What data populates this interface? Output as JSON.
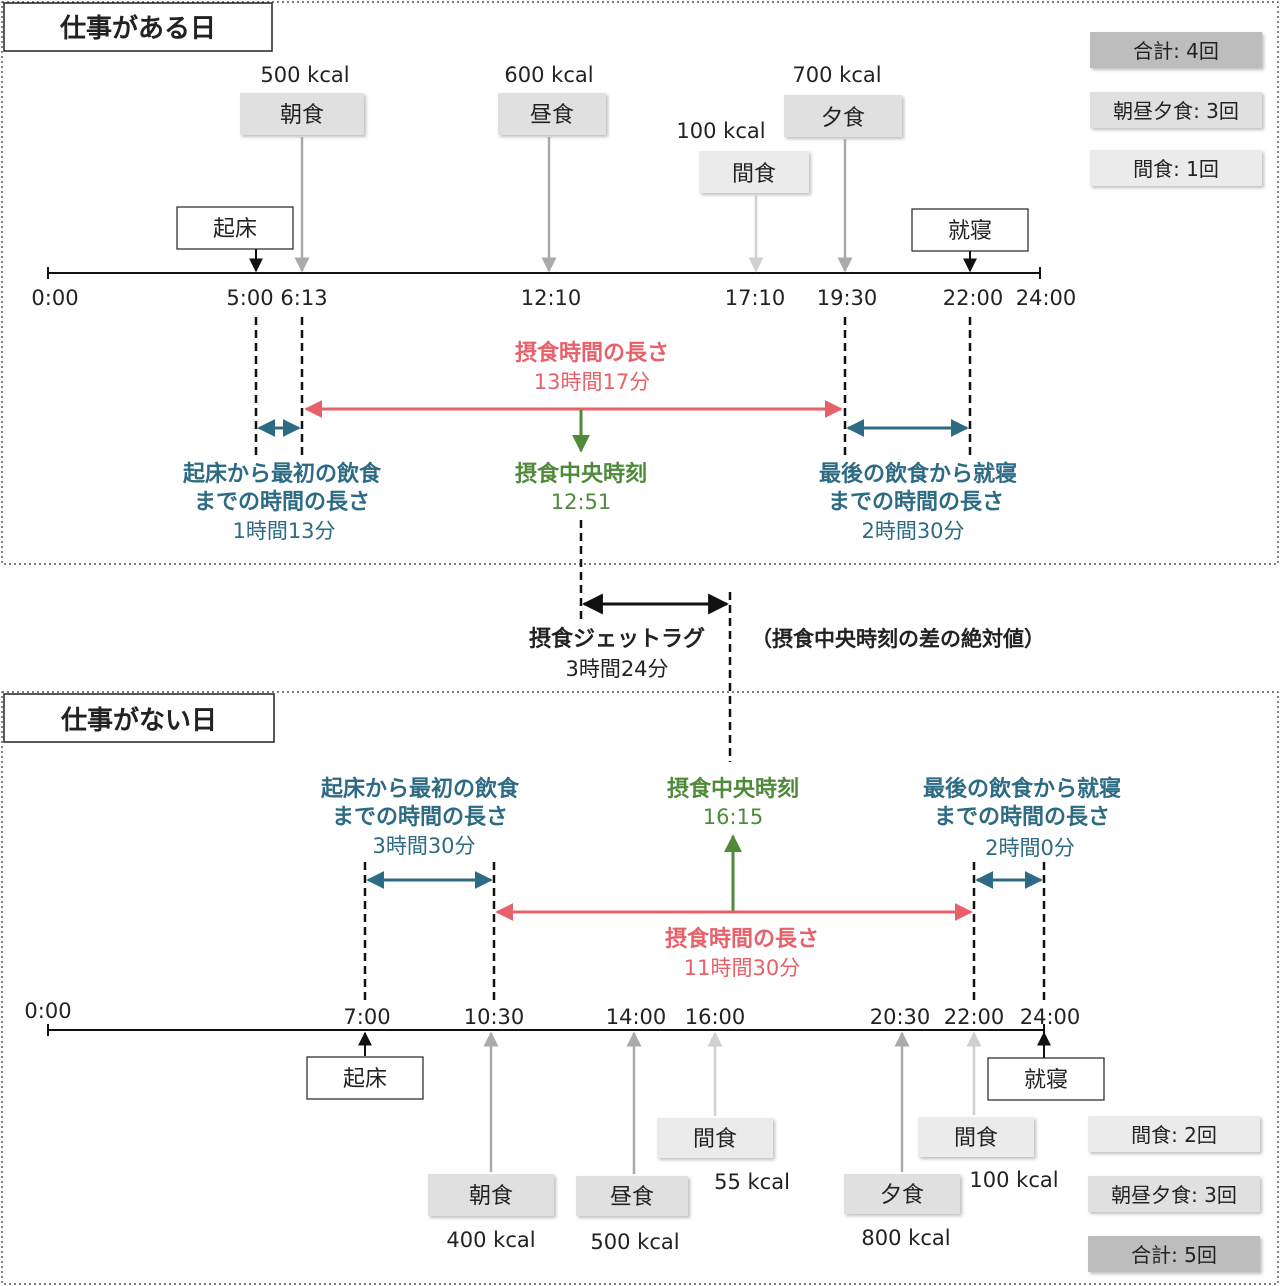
{
  "work_day": {
    "title": "仕事がある日",
    "summary": {
      "total": "合計: 4回",
      "main_meals": "朝昼夕食: 3回",
      "snacks": "間食: 1回"
    },
    "axis": {
      "start": "0:00",
      "end": "24:00"
    },
    "wake": {
      "label": "起床",
      "time": "5:00"
    },
    "sleep": {
      "label": "就寝",
      "time": "22:00"
    },
    "meals": [
      {
        "label": "朝食",
        "kcal": "500 kcal",
        "time": "6:13"
      },
      {
        "label": "昼食",
        "kcal": "600 kcal",
        "time": "12:10"
      },
      {
        "label": "間食",
        "kcal": "100 kcal",
        "time": "17:10"
      },
      {
        "label": "夕食",
        "kcal": "700 kcal",
        "time": "19:30"
      }
    ],
    "eating_window": {
      "label": "摂食時間の長さ",
      "value": "13時間17分"
    },
    "midpoint": {
      "label": "摂食中央時刻",
      "value": "12:51"
    },
    "wake_to_first": {
      "line1": "起床から最初の飲食",
      "line2": "までの時間の長さ",
      "value": "1時間13分"
    },
    "last_to_sleep": {
      "line1": "最後の飲食から就寝",
      "line2": "までの時間の長さ",
      "value": "2時間30分"
    }
  },
  "jetlag": {
    "label": "摂食ジェットラグ",
    "note": "（摂食中央時刻の差の絶対値）",
    "value": "3時間24分"
  },
  "off_day": {
    "title": "仕事がない日",
    "summary": {
      "snacks": "間食: 2回",
      "main_meals": "朝昼夕食: 3回",
      "total": "合計: 5回"
    },
    "axis": {
      "start": "0:00",
      "end": "24:00"
    },
    "wake": {
      "label": "起床",
      "time": "7:00"
    },
    "sleep": {
      "label": "就寝",
      "time": "24:00"
    },
    "meals": [
      {
        "label": "朝食",
        "kcal": "400 kcal",
        "time": "10:30"
      },
      {
        "label": "昼食",
        "kcal": "500 kcal",
        "time": "14:00"
      },
      {
        "label": "間食",
        "kcal": "55 kcal",
        "time": "16:00"
      },
      {
        "label": "夕食",
        "kcal": "800 kcal",
        "time": "20:30"
      },
      {
        "label": "間食",
        "kcal": "100 kcal",
        "time": "22:00"
      }
    ],
    "eating_window": {
      "label": "摂食時間の長さ",
      "value": "11時間30分"
    },
    "midpoint": {
      "label": "摂食中央時刻",
      "value": "16:15"
    },
    "wake_to_first": {
      "line1": "起床から最初の飲食",
      "line2": "までの時間の長さ",
      "value": "3時間30分"
    },
    "last_to_sleep": {
      "line1": "最後の飲食から就寝",
      "line2": "までの時間の長さ",
      "value": "2時間0分"
    }
  },
  "colors": {
    "eating_window": "#e8606a",
    "midpoint": "#4f8a3a",
    "gap": "#2d6b84",
    "meal_box": "#e3e3e3",
    "snack_box": "#ededed"
  }
}
